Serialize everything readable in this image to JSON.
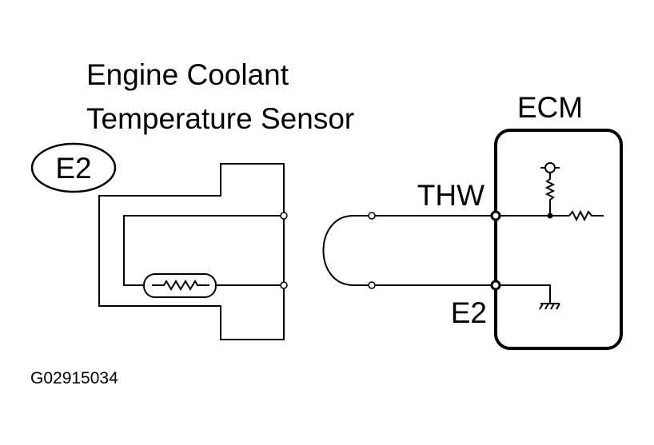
{
  "sensor": {
    "title_line1": "Engine Coolant",
    "title_line2": "Temperature Sensor",
    "connector_tag": "E2"
  },
  "ecm": {
    "label": "ECM",
    "pins": {
      "thw": "THW",
      "e2": "E2"
    }
  },
  "figure_code": "G02915034"
}
